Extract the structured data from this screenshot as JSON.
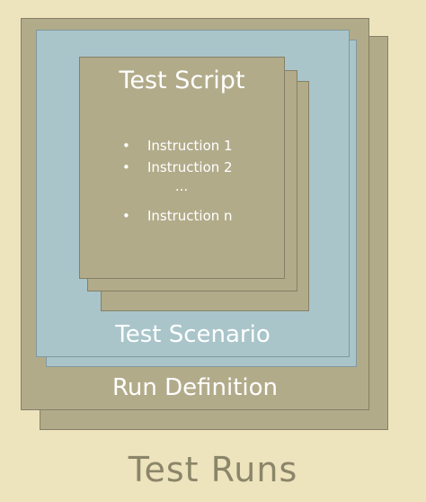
{
  "diagram": {
    "outer_title": "Test Runs",
    "run_definition": {
      "label": "Run Definition"
    },
    "test_scenario": {
      "label": "Test Scenario"
    },
    "test_script": {
      "title": "Test Script",
      "bullet": "•",
      "instructions": [
        "Instruction 1",
        "Instruction 2",
        "...",
        "Instruction n"
      ]
    }
  },
  "colors": {
    "background": "#ede3bd",
    "olive_box": "#b2ab8a",
    "olive_border": "#858067",
    "scenario_box": "#a9c5ca",
    "label_text": "#ffffff",
    "outer_title_text": "#8b8569"
  }
}
